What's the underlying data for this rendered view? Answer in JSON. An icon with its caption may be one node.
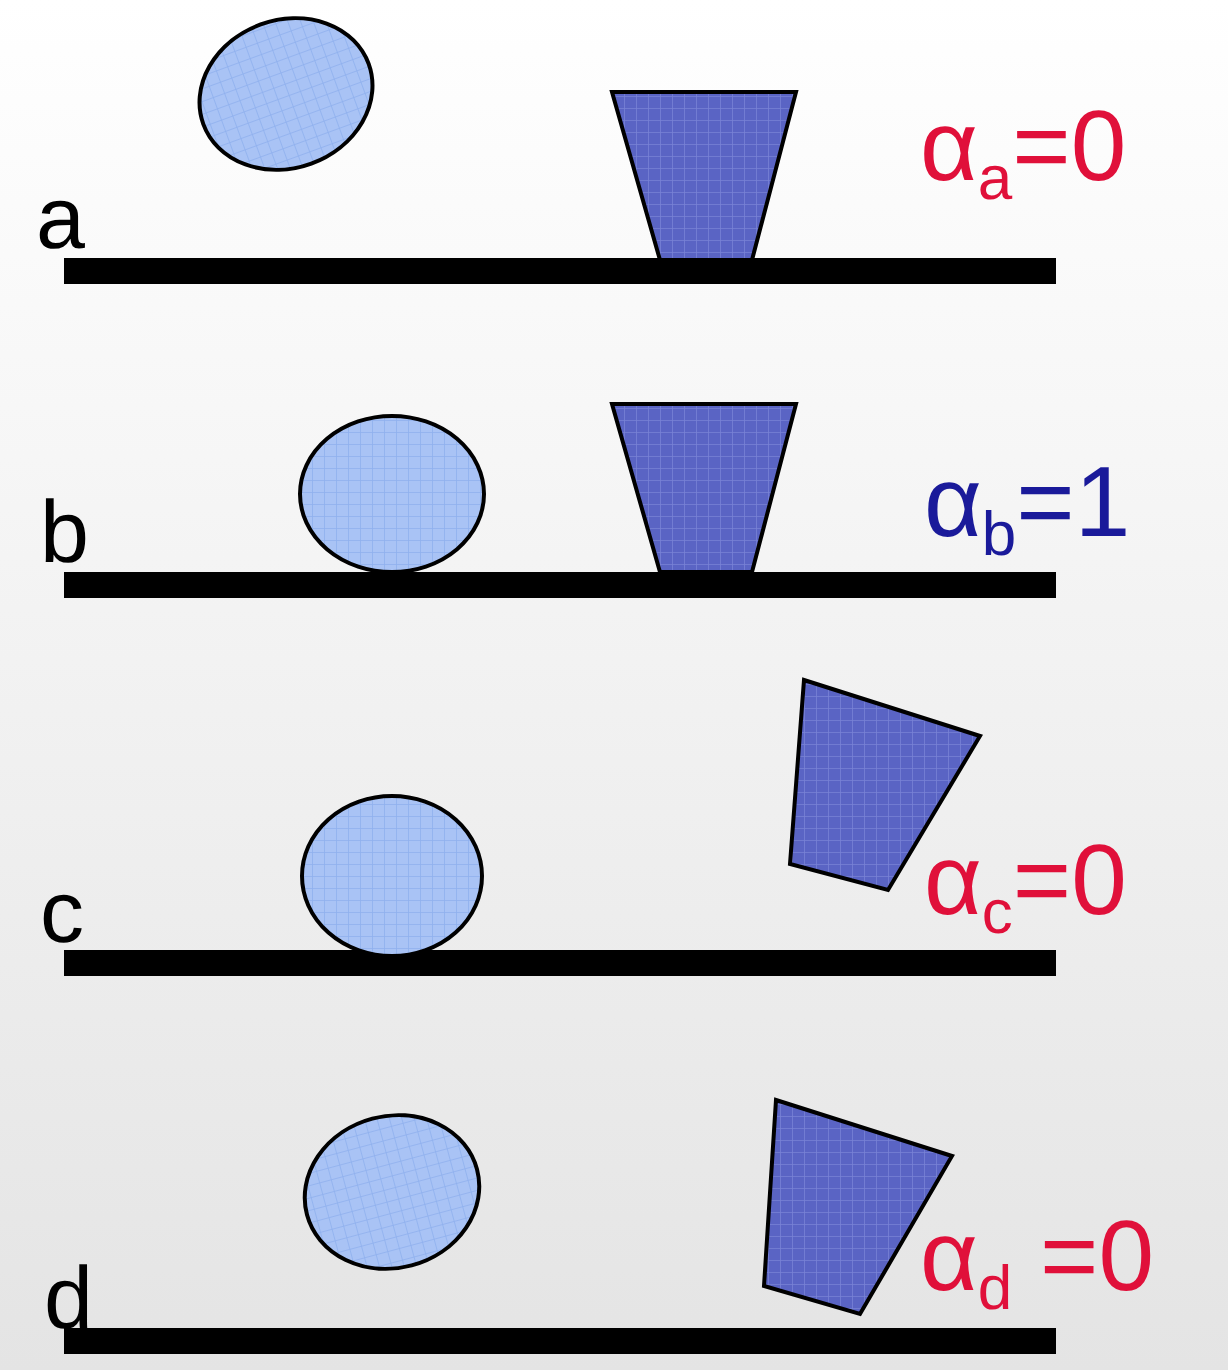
{
  "diagram": {
    "labels": [
      "a",
      "α$_{a}$=0",
      "b",
      "α$_{b}$=1",
      "c",
      "α$_{c}$=0",
      "d",
      "α$_{d}$ =0"
    ]
  }
}
